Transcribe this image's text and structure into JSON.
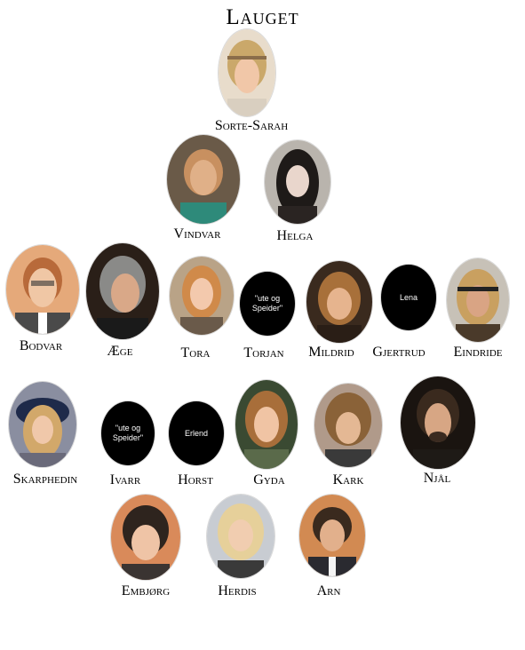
{
  "title": "Lauget",
  "people": {
    "sorte_sarah": {
      "name": "Sorte-Sarah"
    },
    "vindvar": {
      "name": "Vindvar"
    },
    "helga": {
      "name": "Helga"
    },
    "bodvar": {
      "name": "Bodvar"
    },
    "aege": {
      "name": "Æge"
    },
    "tora": {
      "name": "Tora"
    },
    "torjan": {
      "name": "Torjan",
      "placeholder": "\"ute og Speider\""
    },
    "mildrid": {
      "name": "Mildrid"
    },
    "gjertrud": {
      "name": "Gjertrud",
      "placeholder": "Lena"
    },
    "eindride": {
      "name": "Eindride"
    },
    "skarphedin": {
      "name": "Skarphedin"
    },
    "ivarr": {
      "name": "Ivarr",
      "placeholder": "\"ute og Speider\""
    },
    "horst": {
      "name": "Horst",
      "placeholder": "Erlend"
    },
    "gyda": {
      "name": "Gyda"
    },
    "kark": {
      "name": "Kark"
    },
    "njal": {
      "name": "Njål"
    },
    "embjorg": {
      "name": "Embjørg"
    },
    "herdis": {
      "name": "Herdis"
    },
    "arn": {
      "name": "Arn"
    }
  },
  "colors": {
    "background": "#ffffff",
    "placeholder_fill": "#000000",
    "text": "#000000"
  }
}
